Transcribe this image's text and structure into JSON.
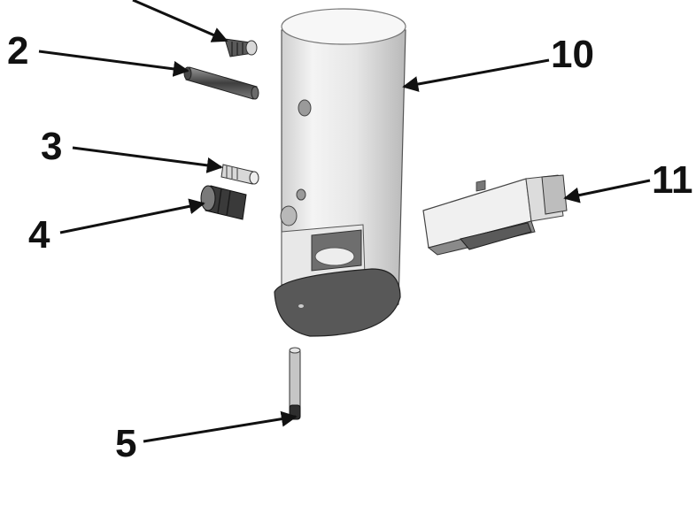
{
  "callouts": {
    "c2": "2",
    "c3": "3",
    "c4": "4",
    "c5": "5",
    "c10": "10",
    "c11": "11"
  },
  "colors": {
    "ink": "#111111",
    "part_light": "#f2f2f2",
    "part_mid": "#d4d4d4",
    "part_dark": "#6a6a6a"
  },
  "icons": [
    "set-screw-icon",
    "spring-pin-icon",
    "bushing-icon",
    "dowel-pin-icon",
    "cylinder-housing-icon",
    "slide-block-icon"
  ]
}
